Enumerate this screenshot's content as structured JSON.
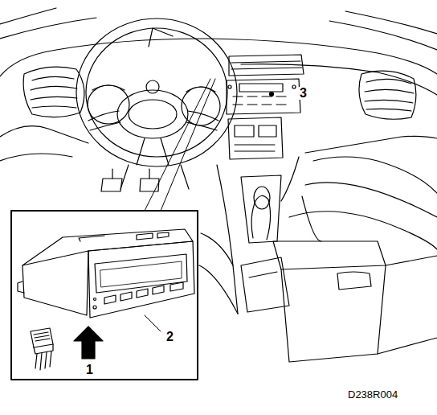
{
  "diagram": {
    "labels": [
      "1",
      "2",
      "3",
      "D238R004"
    ]
  }
}
